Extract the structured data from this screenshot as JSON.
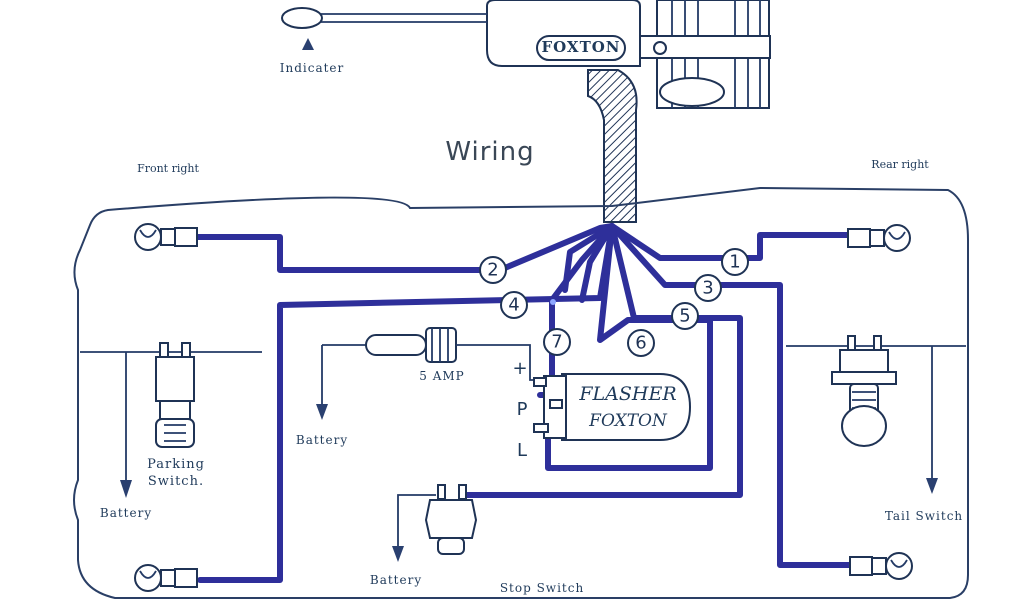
{
  "title": "Wiring",
  "labels": {
    "indicater": "Indicater",
    "front_right": "Front right",
    "rear_right": "Rear right",
    "battery_left": "Battery",
    "battery_mid": "Battery",
    "battery_bottom": "Battery",
    "parking_switch_1": "Parking",
    "parking_switch_2": "Switch.",
    "five_amp": "5 AMP",
    "stop_switch": "Stop Switch",
    "tail_switch": "Tail Switch",
    "plus": "+",
    "p": "P",
    "l": "L"
  },
  "switch_brand": "FOXTON",
  "flasher": {
    "line1": "FLASHER",
    "line2": "FOXTON"
  },
  "wire_numbers": [
    "1",
    "2",
    "3",
    "4",
    "5",
    "6",
    "7"
  ],
  "colors": {
    "wire": "#2e2f9a",
    "line": "#1f3355",
    "background": "#ffffff"
  }
}
